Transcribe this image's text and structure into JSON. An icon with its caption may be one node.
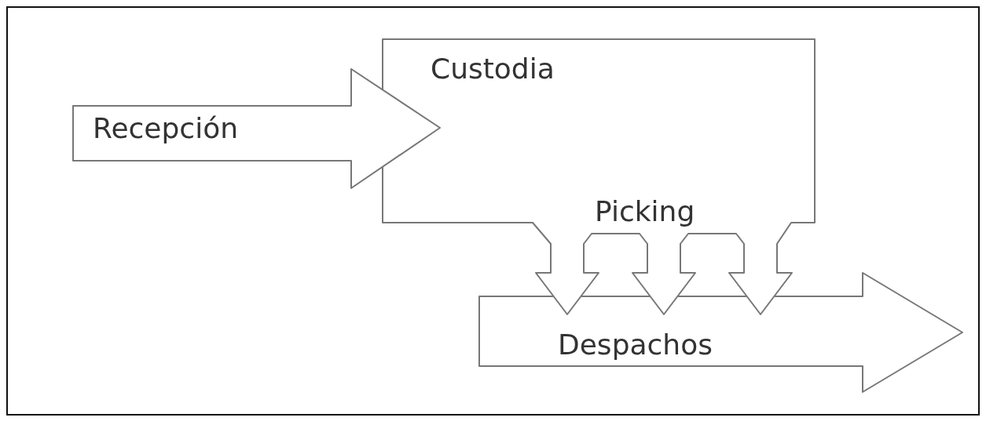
{
  "diagram": {
    "nodes": [
      {
        "text": [
          "Custodia"
        ]
      },
      {
        "text": [
          "Recepción"
        ]
      },
      {
        "text": [
          "Despachos"
        ]
      }
    ],
    "labels": [
      "Picking"
    ]
  }
}
